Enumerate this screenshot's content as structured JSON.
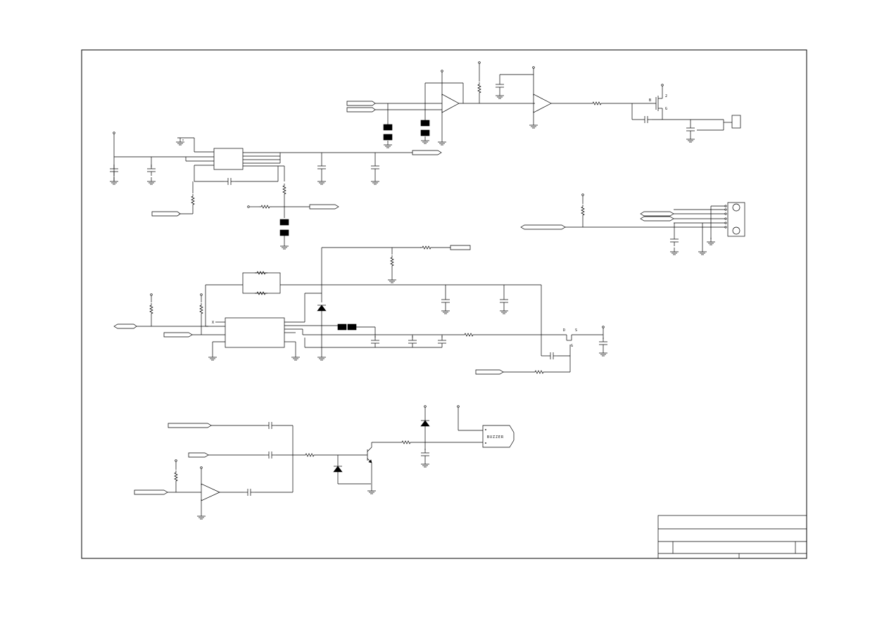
{
  "schematic": {
    "buzzer_label": "BUZZER",
    "q1_pins": {
      "pin_b": "B",
      "pin_2": "2",
      "pin_g": "G"
    },
    "q2_pins": {
      "pin_d": "D",
      "pin_s": "S",
      "pin_g": "G"
    },
    "no_connect": "X"
  }
}
